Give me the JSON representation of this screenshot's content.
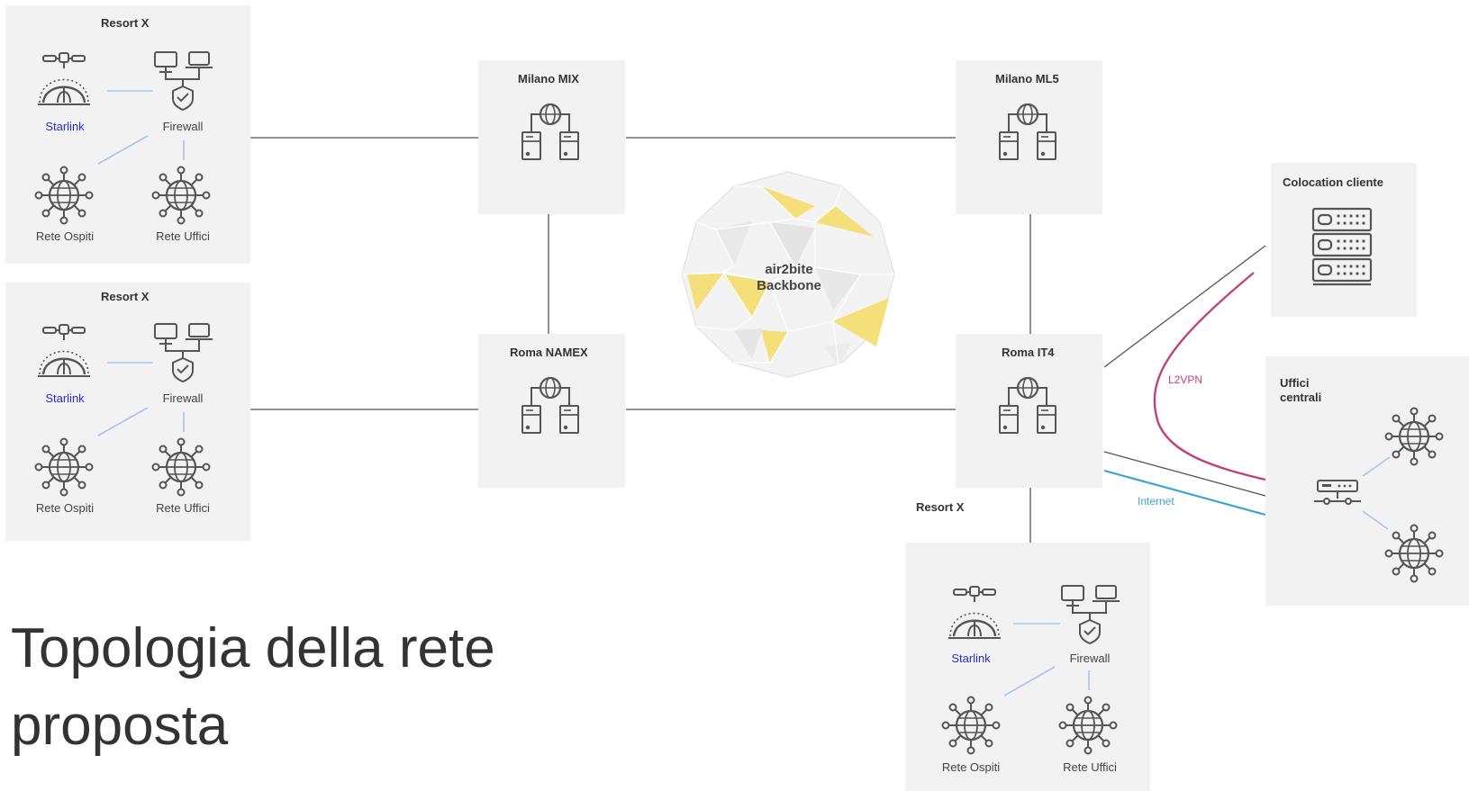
{
  "resorts": [
    {
      "title": "Resort X",
      "satellite": "Starlink",
      "firewall": "Firewall",
      "guest": "Rete Ospiti",
      "office": "Rete Uffici"
    },
    {
      "title": "Resort X",
      "satellite": "Starlink",
      "firewall": "Firewall",
      "guest": "Rete Ospiti",
      "office": "Rete Uffici"
    },
    {
      "title": "Resort X",
      "satellite": "Starlink",
      "firewall": "Firewall",
      "guest": "Rete Ospiti",
      "office": "Rete Uffici"
    }
  ],
  "pops": {
    "milano_mix": "Milano MIX",
    "roma_namex": "Roma NAMEX",
    "milano_ml5": "Milano ML5",
    "roma_it4": "Roma IT4"
  },
  "backbone": {
    "line1": "air2bite",
    "line2": "Backbone"
  },
  "colocation": "Colocation cliente",
  "offices": {
    "line1": "Uffici",
    "line2": "centrali"
  },
  "links": {
    "l2vpn": "L2VPN",
    "internet": "Internet"
  },
  "title": {
    "line1": "Topologia della rete",
    "line2": "proposta"
  },
  "colors": {
    "l2vpn": "#c0427a",
    "internet": "#3ea3d1",
    "accent_yellow": "#f5df7a",
    "starlink": "#2a2ad6"
  }
}
